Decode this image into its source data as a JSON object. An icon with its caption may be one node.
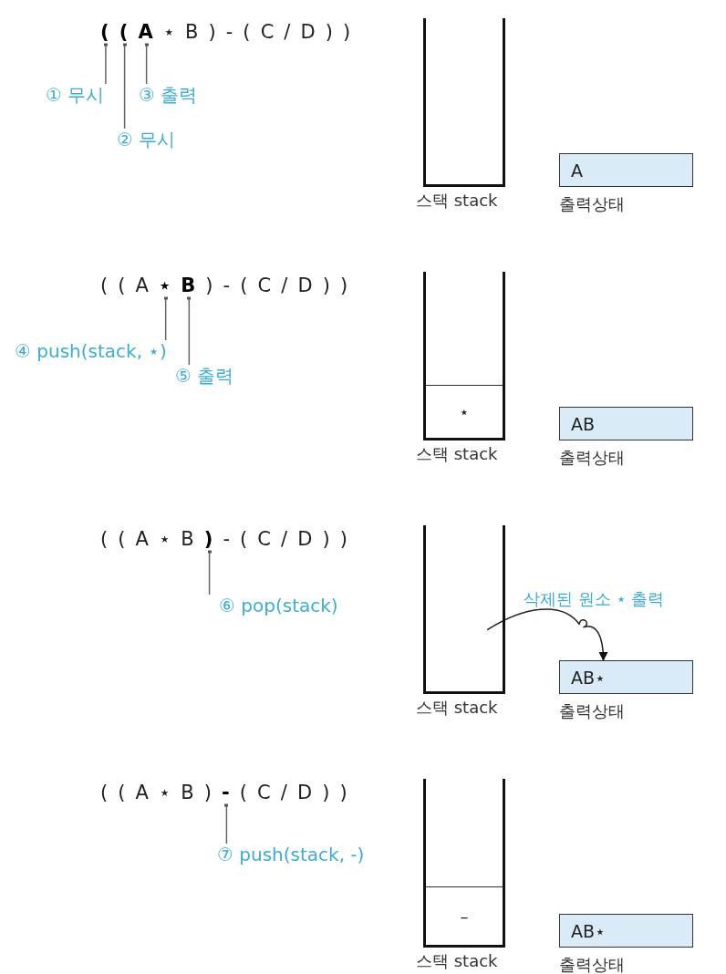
{
  "diagram": {
    "nodes": [
      {
        "text": [
          "**(** **(** **A** ⋆ B ) - ( C / D ) )"
        ]
      },
      {
        "text": [
          "① 무시"
        ]
      },
      {
        "text": [
          "③ 출력"
        ]
      },
      {
        "text": [
          "② 무시"
        ]
      },
      {
        "text": [],
        "shape": "box",
        "beside": [
          "스택 stack"
        ]
      },
      {
        "text": [
          "A"
        ],
        "beside": [
          "출력상태"
        ]
      },
      {
        "text": [
          "( ( A **⋆** **B** ) - ( C / D ) )"
        ]
      },
      {
        "text": [
          "④ push(stack, ⋆)"
        ]
      },
      {
        "text": [
          "⑤ 출력"
        ]
      },
      {
        "text": [],
        "shape": "box",
        "beside": [
          "스택 stack"
        ]
      },
      {
        "text": [
          "⋆"
        ],
        "in": 9
      },
      {
        "text": [
          "AB"
        ],
        "beside": [
          "출력상태"
        ]
      },
      {
        "text": [
          "( ( A ⋆ B **)** - ( C / D ) )"
        ]
      },
      {
        "text": [
          "⑥ pop(stack)"
        ]
      },
      {
        "text": [],
        "shape": "box",
        "beside": [
          "스택 stack"
        ]
      },
      {
        "text": [
          "AB⋆"
        ],
        "beside": [
          "출력상태"
        ]
      },
      {
        "text": [
          "( ( A ⋆ B ) **-** ( C / D ) )"
        ]
      },
      {
        "text": [
          "⑦ push(stack, -)"
        ]
      },
      {
        "text": [],
        "shape": "box",
        "beside": [
          "스택 stack"
        ]
      },
      {
        "text": [
          "–"
        ],
        "in": 18
      },
      {
        "text": [
          "AB⋆"
        ],
        "beside": [
          "출력상태"
        ]
      }
    ],
    "edges": [
      {
        "from": 1,
        "to": 0,
        "arrow": "other"
      },
      {
        "from": 2,
        "to": 0,
        "arrow": "other"
      },
      {
        "from": 3,
        "to": 0,
        "arrow": "other"
      },
      {
        "from": 7,
        "to": 6,
        "arrow": "other"
      },
      {
        "from": 8,
        "to": 6,
        "arrow": "other"
      },
      {
        "from": 13,
        "to": 12,
        "arrow": "other"
      },
      {
        "from": 14,
        "to": 15,
        "arrow": "to",
        "label": "삭제된 원소 ⋆ 출력"
      },
      {
        "from": 17,
        "to": 16,
        "arrow": "other"
      }
    ]
  }
}
